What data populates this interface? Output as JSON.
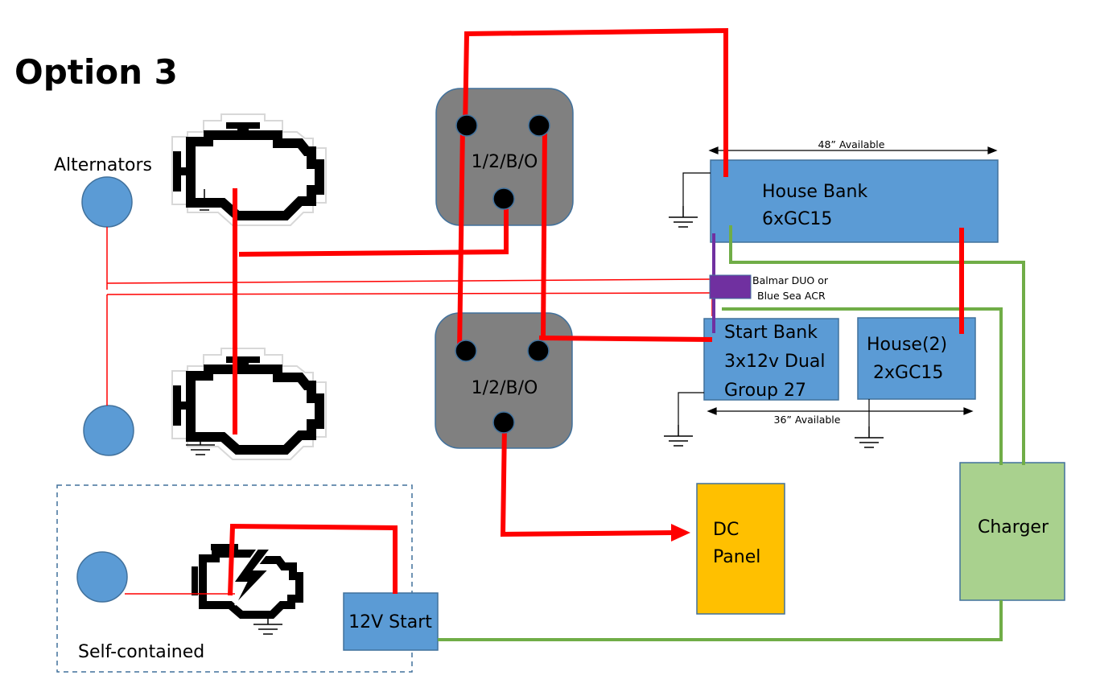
{
  "title": "Option 3",
  "labels": {
    "alternators": "Alternators",
    "self_contained": "Self-contained",
    "combiner_line1": "Balmar DUO or",
    "combiner_line2": "Blue Sea ACR"
  },
  "switches": {
    "upper": "1/2/B/O",
    "lower": "1/2/B/O"
  },
  "batteries": {
    "house_bank": {
      "line1": "House Bank",
      "line2": "6xGC15"
    },
    "start_bank": {
      "line1": "Start Bank",
      "line2": "3x12v Dual",
      "line3": "Group 27"
    },
    "house2": {
      "line1": "House(2)",
      "line2": "2xGC15"
    },
    "start_12v": "12V Start"
  },
  "dimensions": {
    "house_available": "48” Available",
    "start_available": "36” Available"
  },
  "dc_panel": {
    "line1": "DC",
    "line2": "Panel"
  },
  "charger": "Charger",
  "colors": {
    "positive_wire": "#ff0000",
    "charger_wire": "#70ad47",
    "battery_fill": "#5b9bd5",
    "battery_stroke": "#41719c",
    "switch_fill": "#808080",
    "panel_fill": "#ffc000",
    "charger_fill": "#a9d18e",
    "combiner_fill": "#7030a0"
  }
}
